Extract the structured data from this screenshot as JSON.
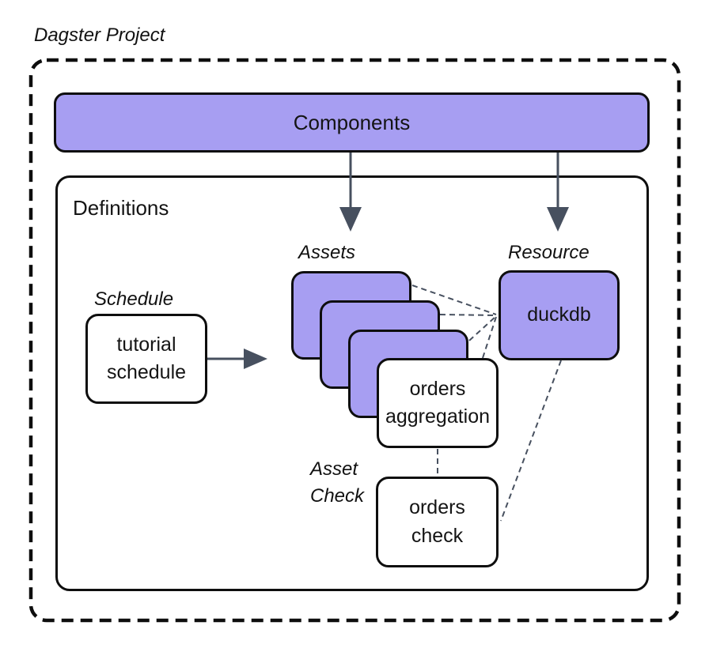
{
  "title": "Dagster Project",
  "components": {
    "label": "Components"
  },
  "definitions": {
    "label": "Definitions"
  },
  "schedule": {
    "label": "Schedule",
    "node": {
      "line1": "tutorial",
      "line2": "schedule"
    }
  },
  "assets": {
    "label": "Assets",
    "stacked_nodes_count": 3,
    "node": {
      "line1": "orders",
      "line2": "aggregation"
    }
  },
  "resource": {
    "label": "Resource",
    "node": {
      "label": "duckdb"
    }
  },
  "asset_check": {
    "label_line1": "Asset",
    "label_line2": "Check",
    "node": {
      "line1": "orders",
      "line2": "check"
    }
  },
  "colors": {
    "node_fill_purple": "#a79ef2",
    "node_fill_white": "#ffffff",
    "outline": "#0e0e0e",
    "arrow": "#47505f",
    "connector_dashed": "#47505f",
    "text": "#141414"
  }
}
